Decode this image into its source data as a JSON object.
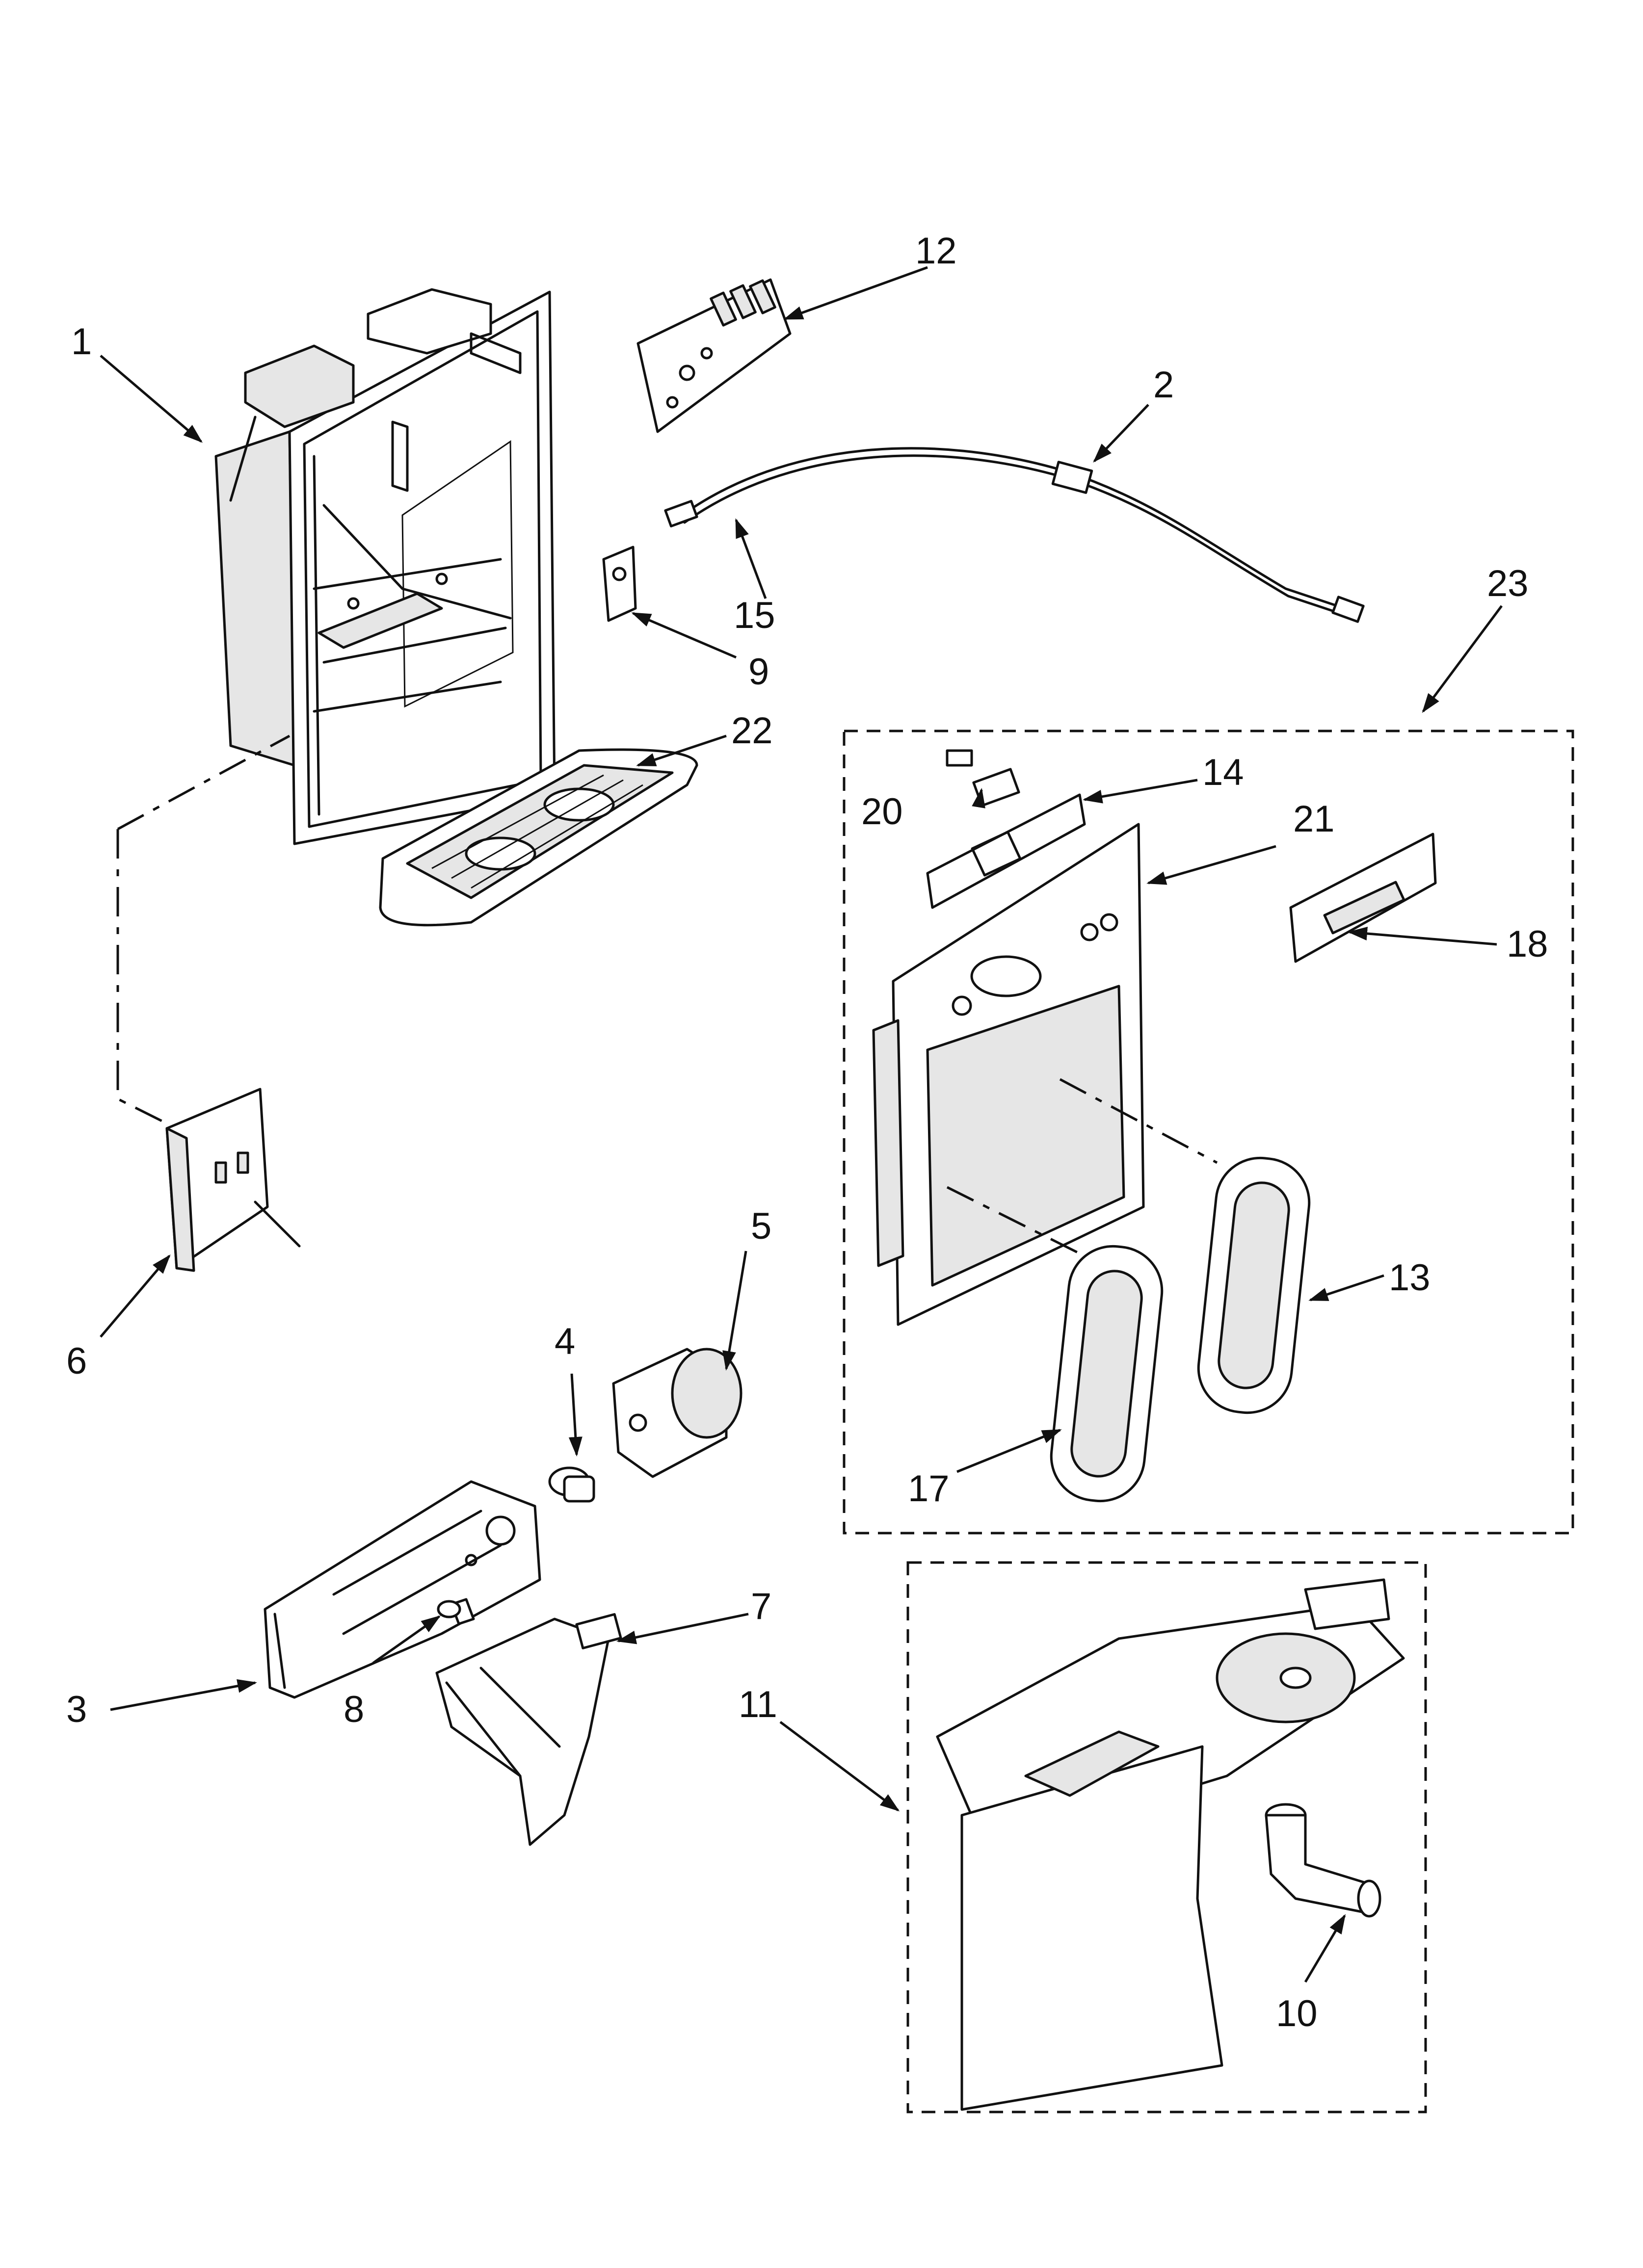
{
  "diagram": {
    "callouts": [
      {
        "id": "1",
        "label": "1"
      },
      {
        "id": "2",
        "label": "2"
      },
      {
        "id": "3",
        "label": "3"
      },
      {
        "id": "4",
        "label": "4"
      },
      {
        "id": "5",
        "label": "5"
      },
      {
        "id": "6",
        "label": "6"
      },
      {
        "id": "7",
        "label": "7"
      },
      {
        "id": "8",
        "label": "8"
      },
      {
        "id": "9",
        "label": "9"
      },
      {
        "id": "10",
        "label": "10"
      },
      {
        "id": "11",
        "label": "11"
      },
      {
        "id": "12",
        "label": "12"
      },
      {
        "id": "13",
        "label": "13"
      },
      {
        "id": "14",
        "label": "14"
      },
      {
        "id": "15",
        "label": "15"
      },
      {
        "id": "17",
        "label": "17"
      },
      {
        "id": "18",
        "label": "18"
      },
      {
        "id": "20",
        "label": "20"
      },
      {
        "id": "21",
        "label": "21"
      },
      {
        "id": "22",
        "label": "22"
      },
      {
        "id": "23",
        "label": "23"
      }
    ]
  }
}
